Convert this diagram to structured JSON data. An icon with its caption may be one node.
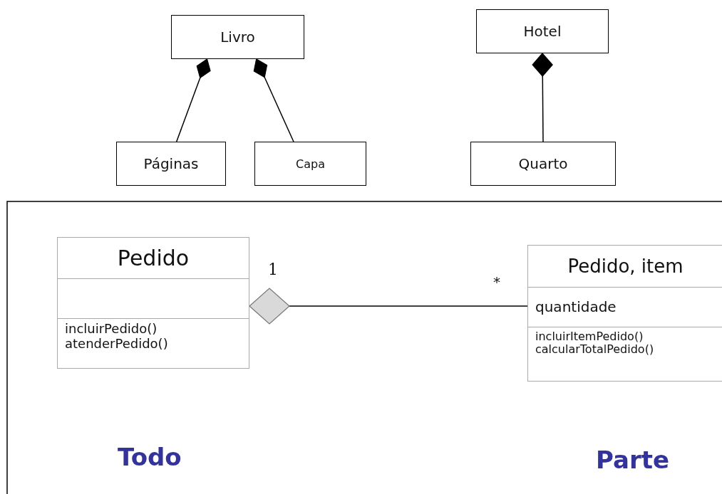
{
  "diagram": {
    "nodes": [
      {
        "text": [
          "Livro"
        ]
      },
      {
        "text": [
          "Páginas"
        ]
      },
      {
        "text": [
          "Capa"
        ]
      },
      {
        "text": [
          "Hotel"
        ]
      },
      {
        "text": [
          "Quarto"
        ]
      },
      {
        "text": [
          "Pedido",
          "incluirPedido() atenderPedido()"
        ]
      },
      {
        "text": [
          "Pedido, item",
          "quantidade",
          "incluirItemPedido() calcularTotalPedido()"
        ]
      }
    ],
    "edges": [
      {
        "from": 0,
        "to": 1,
        "arrow": "other"
      },
      {
        "from": 0,
        "to": 2,
        "arrow": "other"
      },
      {
        "from": 3,
        "to": 4,
        "arrow": "other"
      },
      {
        "from": 5,
        "to": 6,
        "arrow": "other"
      }
    ],
    "labels": [
      "1",
      "*",
      "Todo",
      "Parte"
    ]
  }
}
